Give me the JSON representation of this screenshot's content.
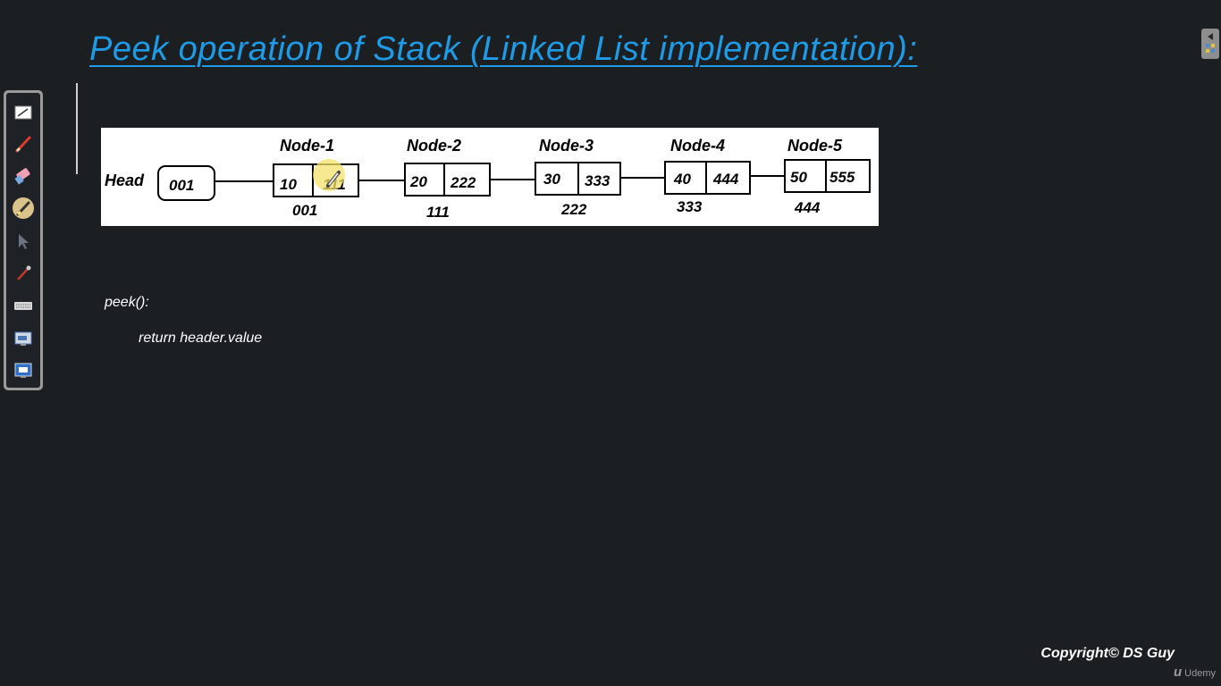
{
  "title": "Peek operation of Stack (Linked List implementation):",
  "diagram": {
    "head_label": "Head",
    "head_value": "001",
    "nodes": [
      {
        "name": "Node-1",
        "value": "10",
        "next": "111",
        "address": "001"
      },
      {
        "name": "Node-2",
        "value": "20",
        "next": "222",
        "address": "111"
      },
      {
        "name": "Node-3",
        "value": "30",
        "next": "333",
        "address": "222"
      },
      {
        "name": "Node-4",
        "value": "40",
        "next": "444",
        "address": "333"
      },
      {
        "name": "Node-5",
        "value": "50",
        "next": "555",
        "address": "444"
      }
    ]
  },
  "code": {
    "line1": "peek():",
    "line2": "return header.value"
  },
  "toolbar": {
    "tools": [
      "whiteboard-icon",
      "pen-icon",
      "eraser-icon",
      "highlighter-icon",
      "pointer-icon",
      "color-picker-icon",
      "keyboard-icon",
      "screen-capture-icon",
      "display-icon"
    ],
    "active_tool": "highlighter-icon"
  },
  "footer": {
    "copyright": "Copyright© DS Guy",
    "brand": "Udemy"
  },
  "colors": {
    "title": "#1e9be6",
    "background": "#1c1f22",
    "highlight": "#f3e26a"
  }
}
